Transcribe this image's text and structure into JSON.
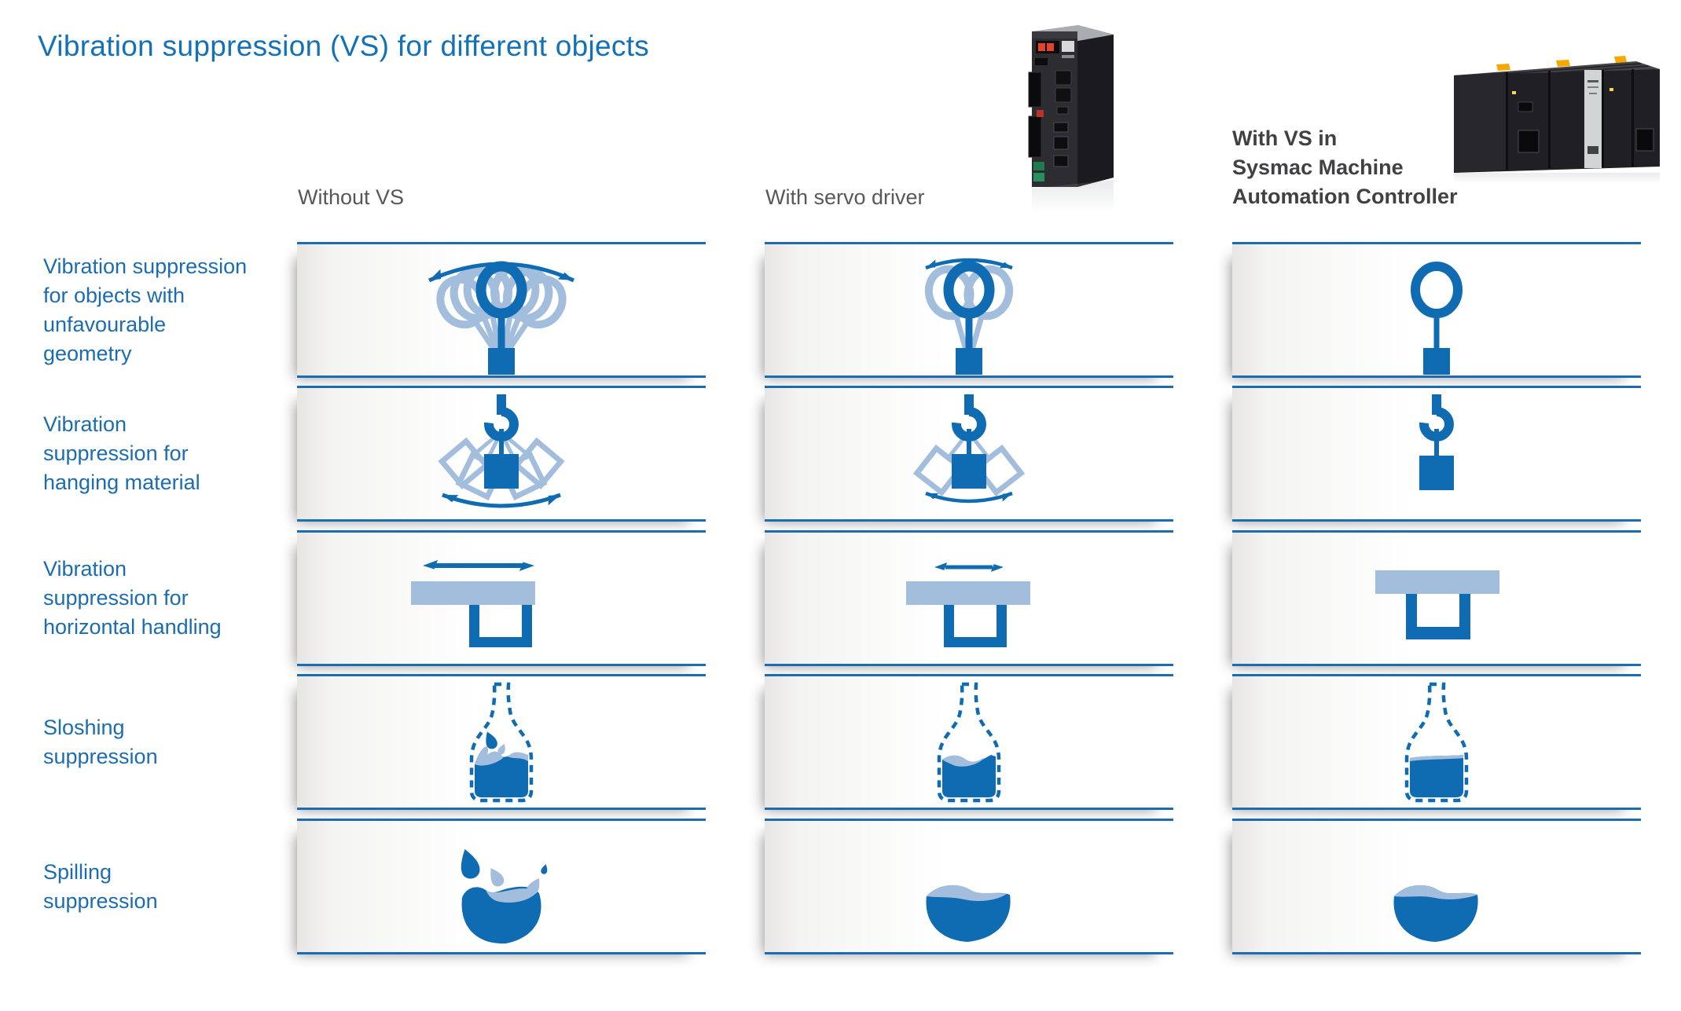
{
  "title": "Vibration suppression (VS) for different objects",
  "columns": [
    {
      "id": "without-vs",
      "label": "Without VS"
    },
    {
      "id": "with-servo-driver",
      "label": "With servo driver"
    },
    {
      "id": "with-vs-sysmac",
      "label": "With VS in\nSysmac Machine\nAutomation Controller"
    }
  ],
  "rows": [
    {
      "id": "unfavourable-geometry",
      "label": "Vibration suppression\nfor objects with\nunfavourable\ngeometry",
      "icons": [
        "swing-pendulum-large-icon",
        "swing-pendulum-reduced-icon",
        "pendulum-stable-icon"
      ]
    },
    {
      "id": "hanging-material",
      "label": "Vibration\nsuppression for\nhanging material",
      "icons": [
        "hanging-load-swing-large-icon",
        "hanging-load-swing-reduced-icon",
        "hanging-load-stable-icon"
      ]
    },
    {
      "id": "horizontal-handling",
      "label": "Vibration\nsuppression for\nhorizontal handling",
      "icons": [
        "horizontal-motion-large-icon",
        "horizontal-motion-reduced-icon",
        "horizontal-handling-stable-icon"
      ]
    },
    {
      "id": "sloshing",
      "label": "Sloshing\nsuppression",
      "icons": [
        "bottle-slosh-heavy-icon",
        "bottle-slosh-reduced-icon",
        "bottle-liquid-calm-icon"
      ]
    },
    {
      "id": "spilling",
      "label": "Spilling\nsuppression",
      "icons": [
        "liquid-spill-heavy-icon",
        "liquid-spill-reduced-icon",
        "liquid-calm-icon"
      ]
    }
  ],
  "images": {
    "servo_driver_photo": "servo-driver-photo",
    "controller_photo": "sysmac-controller-photo"
  },
  "colors": {
    "accent_blue": "#0f6bb2",
    "light_blue": "#a3bedd",
    "border_blue": "#1b6cb0",
    "title_blue": "#1371b8",
    "label_blue": "#1b6cb0",
    "header_gray": "#57585a",
    "header_dark": "#414042"
  }
}
